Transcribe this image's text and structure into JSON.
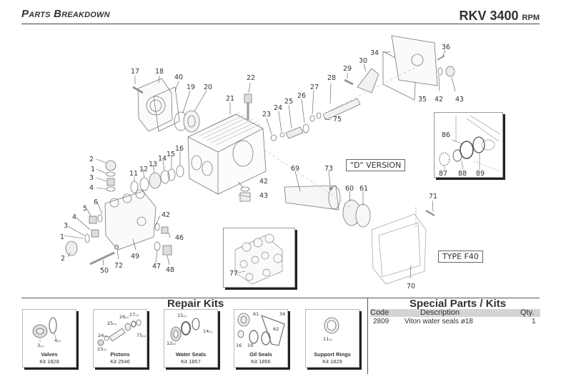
{
  "header": {
    "title_first_initial": "P",
    "title_first_rest": "ARTS",
    "title_second_initial": "B",
    "title_second_rest": "REAKDOWN",
    "model": "RKV 3400",
    "model_unit": "RPM"
  },
  "diagram": {
    "callouts": {
      "c17": "17",
      "c18": "18",
      "c40": "40",
      "c19": "19",
      "c20": "20",
      "c21": "21",
      "c22": "22",
      "c23": "23",
      "c24": "24",
      "c25": "25",
      "c26": "26",
      "c27": "27",
      "c28": "28",
      "c29": "29",
      "c30": "30",
      "c34": "34",
      "c35": "35",
      "c36": "36",
      "c42a": "42",
      "c43a": "43",
      "c75": "75",
      "c2a": "2",
      "c1a": "1",
      "c3a": "3",
      "c4a": "4",
      "c11": "11",
      "c12": "12",
      "c13": "13",
      "c14": "14",
      "c15": "15",
      "c16": "16",
      "c42b": "42",
      "c43b": "43",
      "c69": "69",
      "c73": "73",
      "c60": "60",
      "c61": "61",
      "c6": "6",
      "c5": "5",
      "c4b": "4",
      "c3b": "3",
      "c1b": "1",
      "c2b": "2",
      "c42c": "42",
      "c46": "46",
      "c49": "49",
      "c72": "72",
      "c50": "50",
      "c47": "47",
      "c48": "48",
      "c71": "71",
      "c70": "70",
      "c77": "77",
      "c86": "86",
      "c87": "87",
      "c88": "88",
      "c89": "89"
    },
    "d_version_label": "\"D\" VERSION",
    "type_label": "TYPE F40"
  },
  "repair_kits": {
    "title": "Repair Kits",
    "kits": [
      {
        "name": "Valves",
        "kit": "Kit 1828",
        "parts": [
          "3",
          "4"
        ]
      },
      {
        "name": "Pistons",
        "kit": "Kit 2546",
        "parts": [
          "23",
          "24",
          "25",
          "26",
          "27",
          "75"
        ]
      },
      {
        "name": "Water Seals",
        "kit": "Kit 1857",
        "parts": [
          "12",
          "14",
          "15"
        ]
      },
      {
        "name": "Oil Seals",
        "kit": "Kit 1856",
        "parts": [
          "16",
          "19",
          "34",
          "61",
          "62"
        ]
      },
      {
        "name": "Support Rings",
        "kit": "Kit 1829",
        "parts": [
          "11"
        ]
      }
    ],
    "part_suffix": "(x)"
  },
  "special_parts": {
    "title": "Special Parts / Kits",
    "columns": {
      "code": "Code",
      "description": "Description",
      "qty": "Qty."
    },
    "rows": [
      {
        "code": "2809",
        "description": "Viton water seals ø18",
        "qty": "1"
      }
    ]
  }
}
